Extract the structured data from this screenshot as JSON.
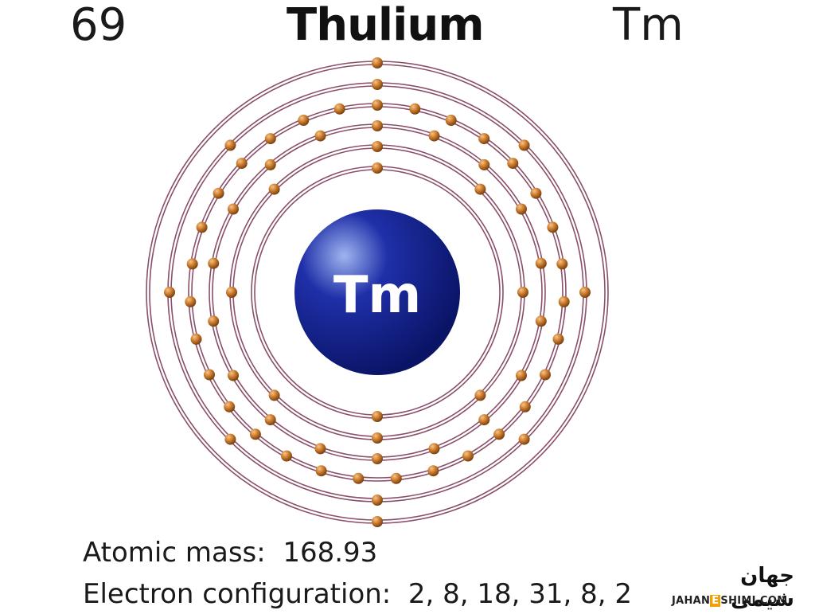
{
  "element": {
    "atomic_number": "69",
    "name": "Thulium",
    "symbol": "Tm",
    "nucleus_label": "Tm"
  },
  "properties": {
    "atomic_mass_label": "Atomic mass:",
    "atomic_mass_value": "168.93",
    "configuration_label": "Electron configuration:",
    "configuration_value": "2, 8, 18, 31, 8, 2"
  },
  "shells": [
    2,
    8,
    18,
    31,
    8,
    2
  ],
  "colors": {
    "nucleus_highlight": "#9fb4f0",
    "nucleus": "#1f2fa8",
    "nucleus_dark": "#0a1466",
    "orbit": "#8a4f6a",
    "electron": "#c8782a",
    "electron_dark": "#6e3a0d",
    "logo_accent": "#f2a007"
  },
  "logo": {
    "persian": "جهان شیمی",
    "prefix": "JAHAN",
    "accent_letter": "E",
    "suffix": "SHIMI.COM"
  }
}
